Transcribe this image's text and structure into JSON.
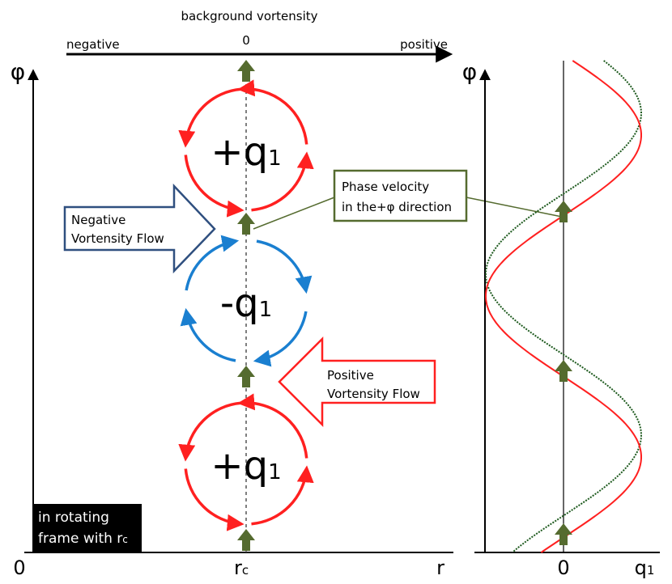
{
  "top_axis": {
    "title": "background vortensity",
    "negative": "negative",
    "zero": "0",
    "positive": "positive"
  },
  "left_panel": {
    "y_label": "φ",
    "origin": "0",
    "rc_label": "r",
    "rc_sub": "c",
    "r_label": "r",
    "frame_note_line1": "in rotating",
    "frame_note_line2": "frame with r",
    "frame_note_sub": "c"
  },
  "right_panel": {
    "y_label": "φ",
    "zero": "0",
    "x_label": "q",
    "x_sub": "1"
  },
  "vortices": [
    {
      "sign": "+",
      "label": "+q",
      "sub": "1",
      "color": "#ff2020"
    },
    {
      "sign": "-",
      "label": "-q",
      "sub": "1",
      "color": "#1a7fd0"
    },
    {
      "sign": "+",
      "label": "+q",
      "sub": "1",
      "color": "#ff2020"
    }
  ],
  "callouts": {
    "negative_flow_line1": "Negative",
    "negative_flow_line2": "Vortensity Flow",
    "positive_flow_line1": "Positive",
    "positive_flow_line2": "Vortensity Flow",
    "phase_line1": "Phase velocity",
    "phase_line2": "in the+φ direction"
  },
  "colors": {
    "red": "#ff2020",
    "blue": "#1a7fd0",
    "green_arrow": "#556b2f",
    "navy_outline": "#2f4f7f",
    "dark_green_curve": "#1e5a1e"
  }
}
